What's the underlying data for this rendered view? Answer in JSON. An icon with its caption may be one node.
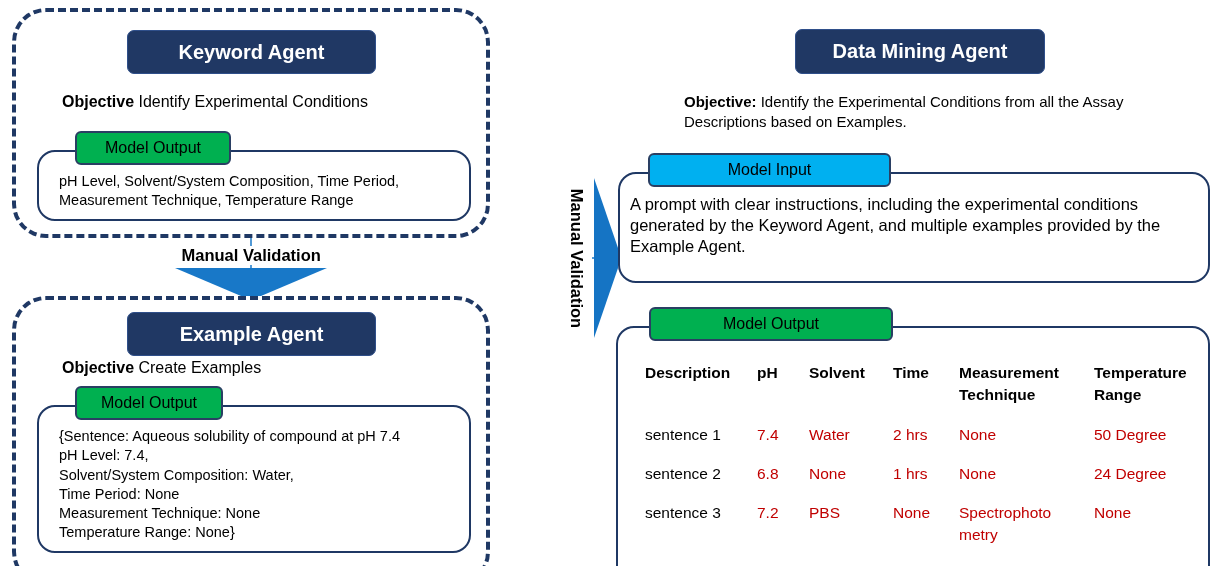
{
  "diagram": {
    "nodes": [
      {
        "text": [
          "**Objective** Identify Experimental Conditions"
        ]
      },
      {
        "text": [
          "Keyword Agent"
        ],
        "in": 0
      },
      {
        "text": [
          "Model Output",
          "pH Level, Solvent/System Composition, Time Period, Measurement Technique, Temperature Range"
        ],
        "in": 0
      },
      {
        "text": [
          "**Objective** Create Examples"
        ]
      },
      {
        "text": [
          "Example Agent"
        ],
        "in": 3
      },
      {
        "text": [
          "Model Output",
          "{Sentence: Aqueous solubility of compound at pH 7.4",
          "pH Level: 7.4,",
          "Solvent/System Composition: Water,",
          "Time Period: None",
          "Measurement Technique: None",
          "Temperature Range: None}"
        ],
        "in": 3
      },
      {
        "text": [
          "Data Mining Agent"
        ]
      },
      {
        "text": [
          "Model Input",
          "A prompt with clear instructions, including the experimental conditions generated by the Keyword Agent, and multiple examples provided by the Example Agent."
        ]
      },
      {
        "text": [
          "Model Output"
        ]
      }
    ],
    "edges": [
      {
        "from": 0,
        "to": 3,
        "arrow": "to",
        "label": "Manual Validation"
      },
      {
        "from": null,
        "to": 7,
        "arrow": "to",
        "label": "Manual Validation"
      }
    ],
    "labels": [
      "**Objective:** Identify the Experimental Conditions from all the Assay Descriptions based on Examples.",
      "Description",
      "pH",
      "Solvent",
      "Time",
      "Measurement Technique",
      "Temperature Range",
      "sentence 1",
      "7.4",
      "Water",
      "2 hrs",
      "None",
      "50 Degree",
      "sentence 2",
      "6.8",
      "None",
      "1 hrs",
      "None",
      "24 Degree",
      "sentence 3",
      "7.2",
      "PBS",
      "None",
      "Spectrophoto metry",
      "None"
    ]
  }
}
